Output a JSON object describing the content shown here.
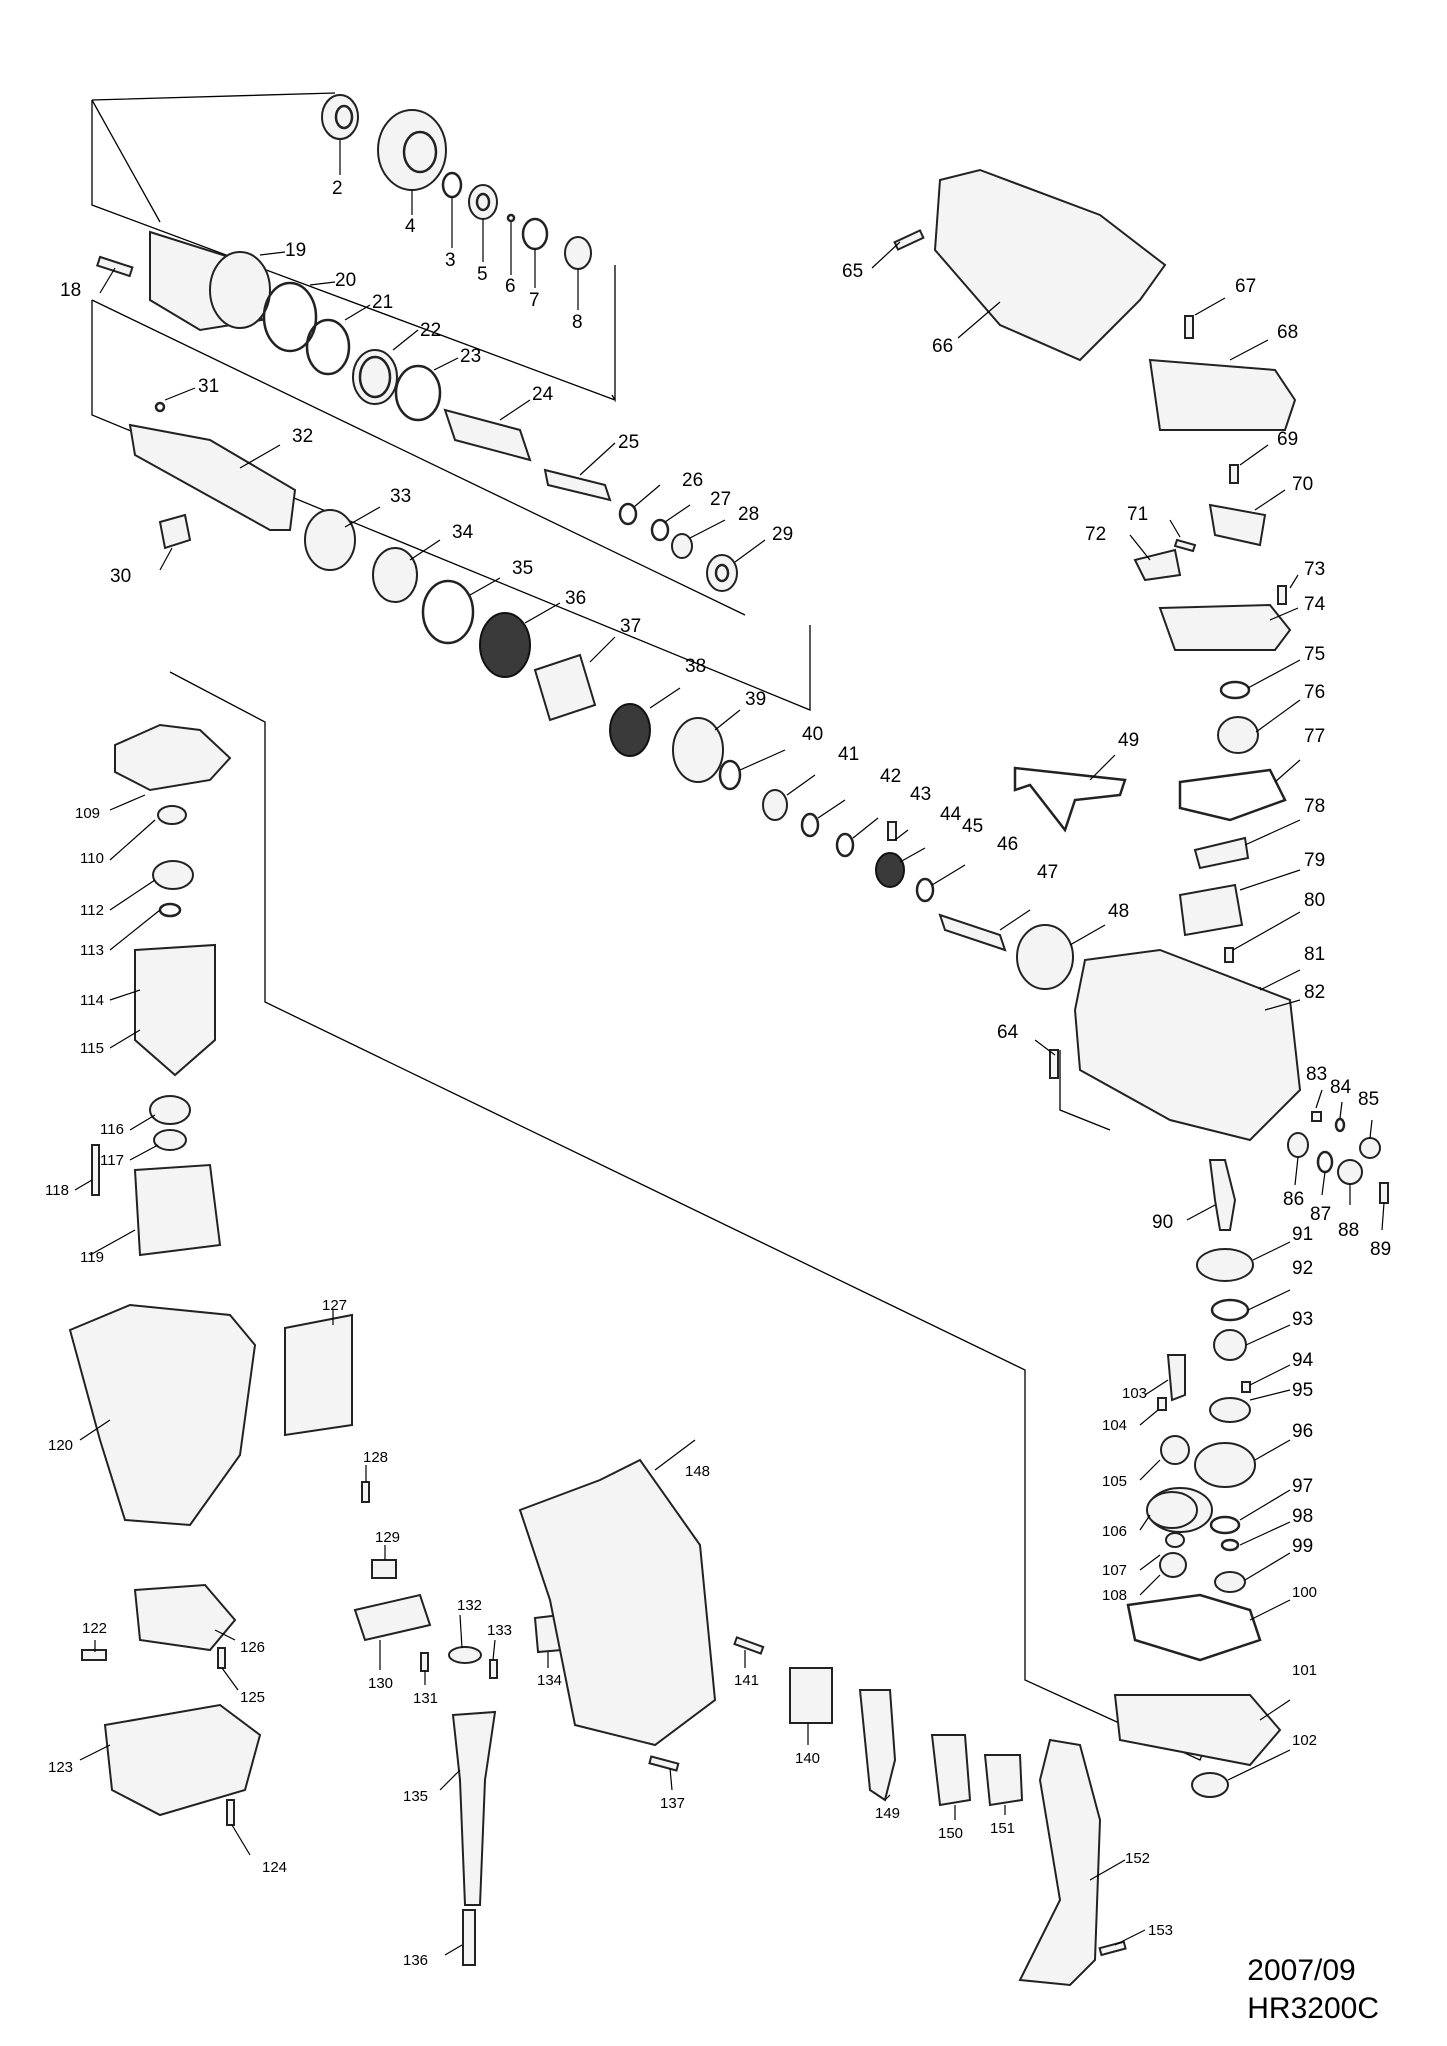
{
  "diagram": {
    "part_numbers": [
      "2",
      "3",
      "4",
      "5",
      "6",
      "7",
      "8",
      "18",
      "19",
      "20",
      "21",
      "22",
      "23",
      "24",
      "25",
      "26",
      "27",
      "28",
      "29",
      "30",
      "31",
      "32",
      "33",
      "34",
      "35",
      "36",
      "37",
      "38",
      "39",
      "40",
      "41",
      "42",
      "43",
      "44",
      "45",
      "46",
      "47",
      "48",
      "49",
      "64",
      "65",
      "66",
      "67",
      "68",
      "69",
      "70",
      "71",
      "72",
      "73",
      "74",
      "75",
      "76",
      "77",
      "78",
      "79",
      "80",
      "81",
      "82",
      "83",
      "84",
      "85",
      "86",
      "87",
      "88",
      "89",
      "90",
      "91",
      "92",
      "93",
      "94",
      "95",
      "96",
      "97",
      "98",
      "99",
      "100",
      "101",
      "102",
      "103",
      "104",
      "105",
      "106",
      "107",
      "108",
      "109",
      "110",
      "112",
      "113",
      "114",
      "115",
      "116",
      "117",
      "118",
      "119",
      "120",
      "122",
      "123",
      "124",
      "125",
      "126",
      "127",
      "128",
      "129",
      "130",
      "131",
      "132",
      "133",
      "134",
      "135",
      "136",
      "137",
      "140",
      "141",
      "148",
      "149",
      "150",
      "151",
      "152",
      "153"
    ]
  },
  "footer": {
    "date": "2007/09",
    "model": "HR3200C"
  }
}
